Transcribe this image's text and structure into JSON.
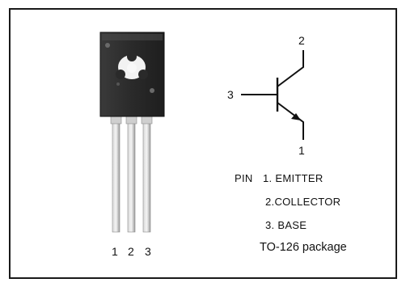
{
  "package_image": {
    "pin_numbers": [
      "1",
      "2",
      "3"
    ]
  },
  "schematic": {
    "terminal_labels": {
      "collector": "2",
      "base": "3",
      "emitter": "1"
    }
  },
  "pin_list": {
    "prefix": "PIN",
    "rows": [
      "1. EMITTER",
      "2.COLLECTOR",
      "3. BASE"
    ]
  },
  "package_name": "TO-126 package"
}
